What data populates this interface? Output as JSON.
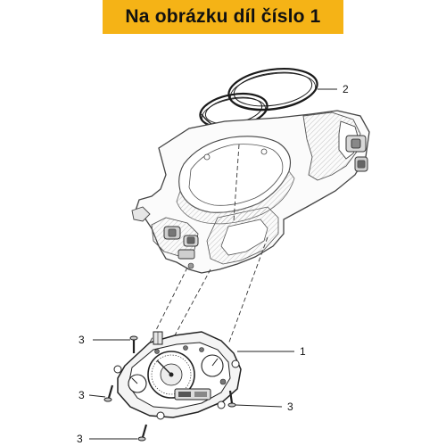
{
  "banner": {
    "text": "Na obrázku díl číslo 1",
    "color": "#f5b316"
  },
  "callouts": [
    {
      "id": "c1",
      "label": "1"
    },
    {
      "id": "c2",
      "label": "2"
    },
    {
      "id": "c3a",
      "label": "3"
    },
    {
      "id": "c3b",
      "label": "3"
    },
    {
      "id": "c3c",
      "label": "3"
    },
    {
      "id": "c3d",
      "label": "3"
    }
  ],
  "parts": [
    {
      "name": "handlebar-cover",
      "icon": "handlebar-cover-drawing"
    },
    {
      "name": "instrument-glass-seal",
      "icon": "ring-seal-drawing"
    },
    {
      "name": "instrument-cluster",
      "icon": "dashboard-drawing"
    },
    {
      "name": "screw",
      "icon": "screw-drawing"
    }
  ]
}
